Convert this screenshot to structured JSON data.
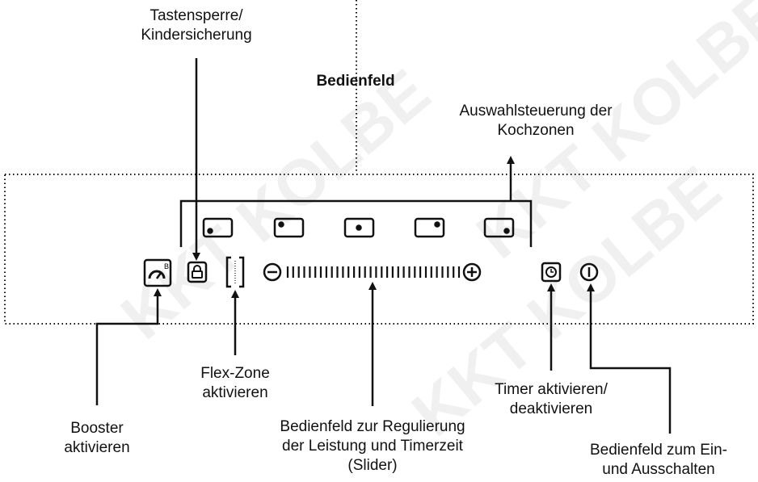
{
  "panel": {
    "title": "Bedienfeld"
  },
  "labels": {
    "key_lock": "Tastensperre/\nKindersicherung",
    "zone_select": "Auswahlsteuerung der\nKochzonen",
    "booster": "Booster\naktivieren",
    "flex_zone": "Flex-Zone\naktivieren",
    "slider": "Bedienfeld zur Regulierung\nder Leistung und Timerzeit\n(Slider)",
    "timer": "Timer aktivieren/\ndeaktivieren",
    "power": "Bedienfeld zum Ein-\nund Ausschalten"
  },
  "icons": {
    "booster_superscript": "B",
    "minus": "minus-icon",
    "plus": "plus-icon",
    "lock": "lock-icon",
    "timer": "timer-icon",
    "power": "power-icon"
  },
  "watermark": {
    "text": "KKT KOLBE",
    "color": "#ececec"
  }
}
